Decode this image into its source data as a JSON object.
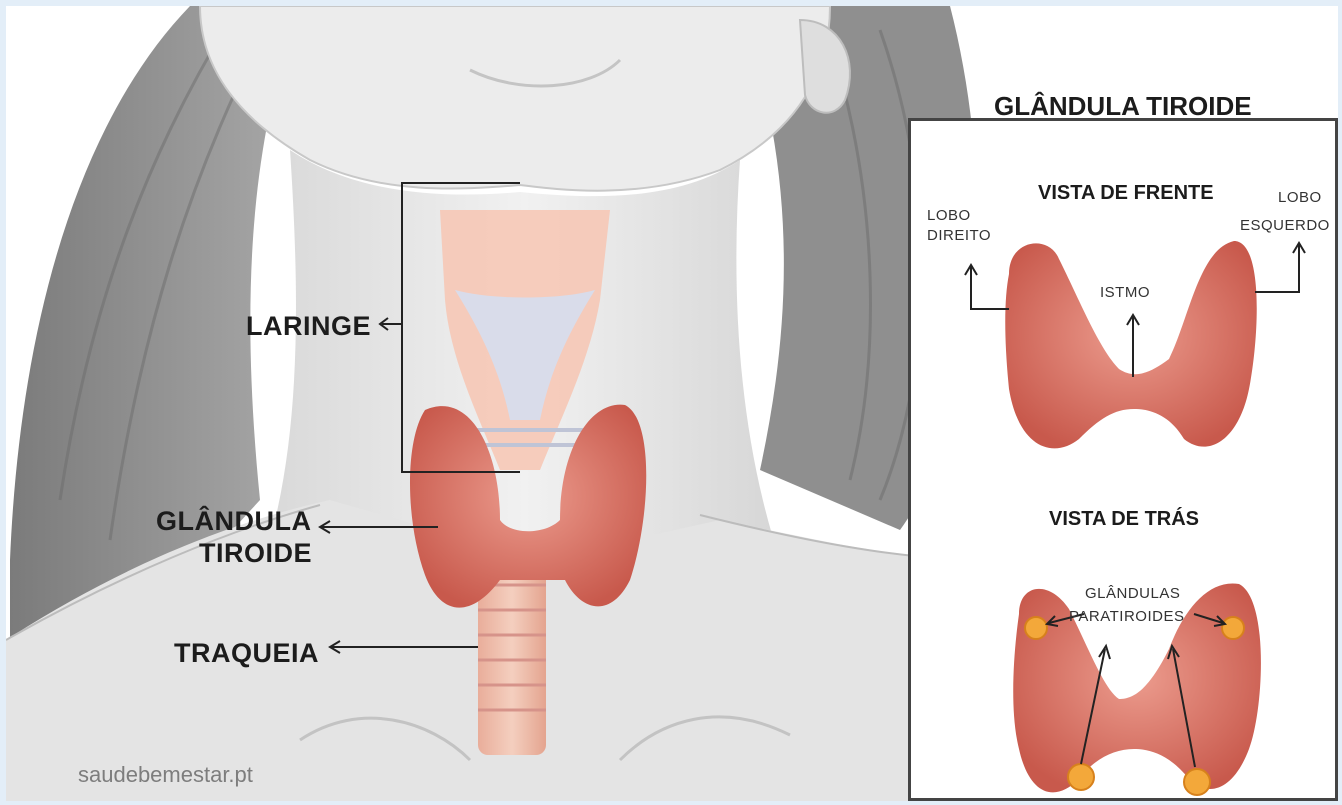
{
  "colors": {
    "frame": "#e3eef8",
    "skin": "#ececec",
    "hair": "#8e8e8e",
    "thyroid": "#de7f72",
    "parathyroid": "#f3a83a",
    "cartilage": "#d7dbe8"
  },
  "labels": {
    "laringe": "LARINGE",
    "glandula_line1": "GLÂNDULA",
    "glandula_line2": "TIROIDE",
    "traqueia": "TRAQUEIA"
  },
  "watermark": "saudebemestar.pt",
  "inset": {
    "title": "GLÂNDULA TIROIDE",
    "front_view": {
      "heading": "VISTA DE FRENTE",
      "lobo_direito_1": "LOBO",
      "lobo_direito_2": "DIREITO",
      "lobo_esquerdo_1": "LOBO",
      "lobo_esquerdo_2": "ESQUERDO",
      "istmo": "ISTMO"
    },
    "back_view": {
      "heading": "VISTA DE TRÁS",
      "paratiroides_1": "GLÂNDULAS",
      "paratiroides_2": "PARATIROIDES"
    }
  }
}
